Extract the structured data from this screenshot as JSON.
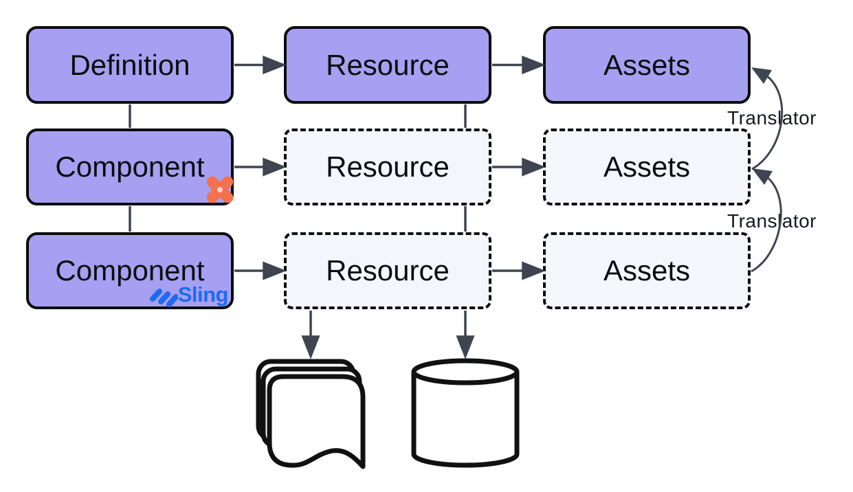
{
  "nodes": {
    "definition": {
      "label": "Definition"
    },
    "resource_row1": {
      "label": "Resource"
    },
    "assets_row1": {
      "label": "Assets"
    },
    "component_row2": {
      "label": "Component"
    },
    "resource_row2": {
      "label": "Resource"
    },
    "assets_row2": {
      "label": "Assets"
    },
    "component_row3": {
      "label": "Component"
    },
    "resource_row3": {
      "label": "Resource"
    },
    "assets_row3": {
      "label": "Assets"
    }
  },
  "annotations": {
    "translator_top": "Translator",
    "translator_bottom": "Translator"
  },
  "logos": {
    "sling": {
      "label": "Sling",
      "color": "#1d6bf3"
    },
    "x_pinwheel": {
      "color": "#f4714e"
    }
  },
  "icons": {
    "documents": "documents-stack-icon",
    "database": "database-cylinder-icon",
    "x_pinwheel": "x-pinwheel-icon",
    "sling_mark": "sling-slashes-icon"
  },
  "colors": {
    "node_fill": "#a7a0f2",
    "virtual_node_fill": "#f5f5fc",
    "node_border": "#0b0b0d",
    "connector": "#3e4551",
    "icon_stroke": "#111111"
  }
}
